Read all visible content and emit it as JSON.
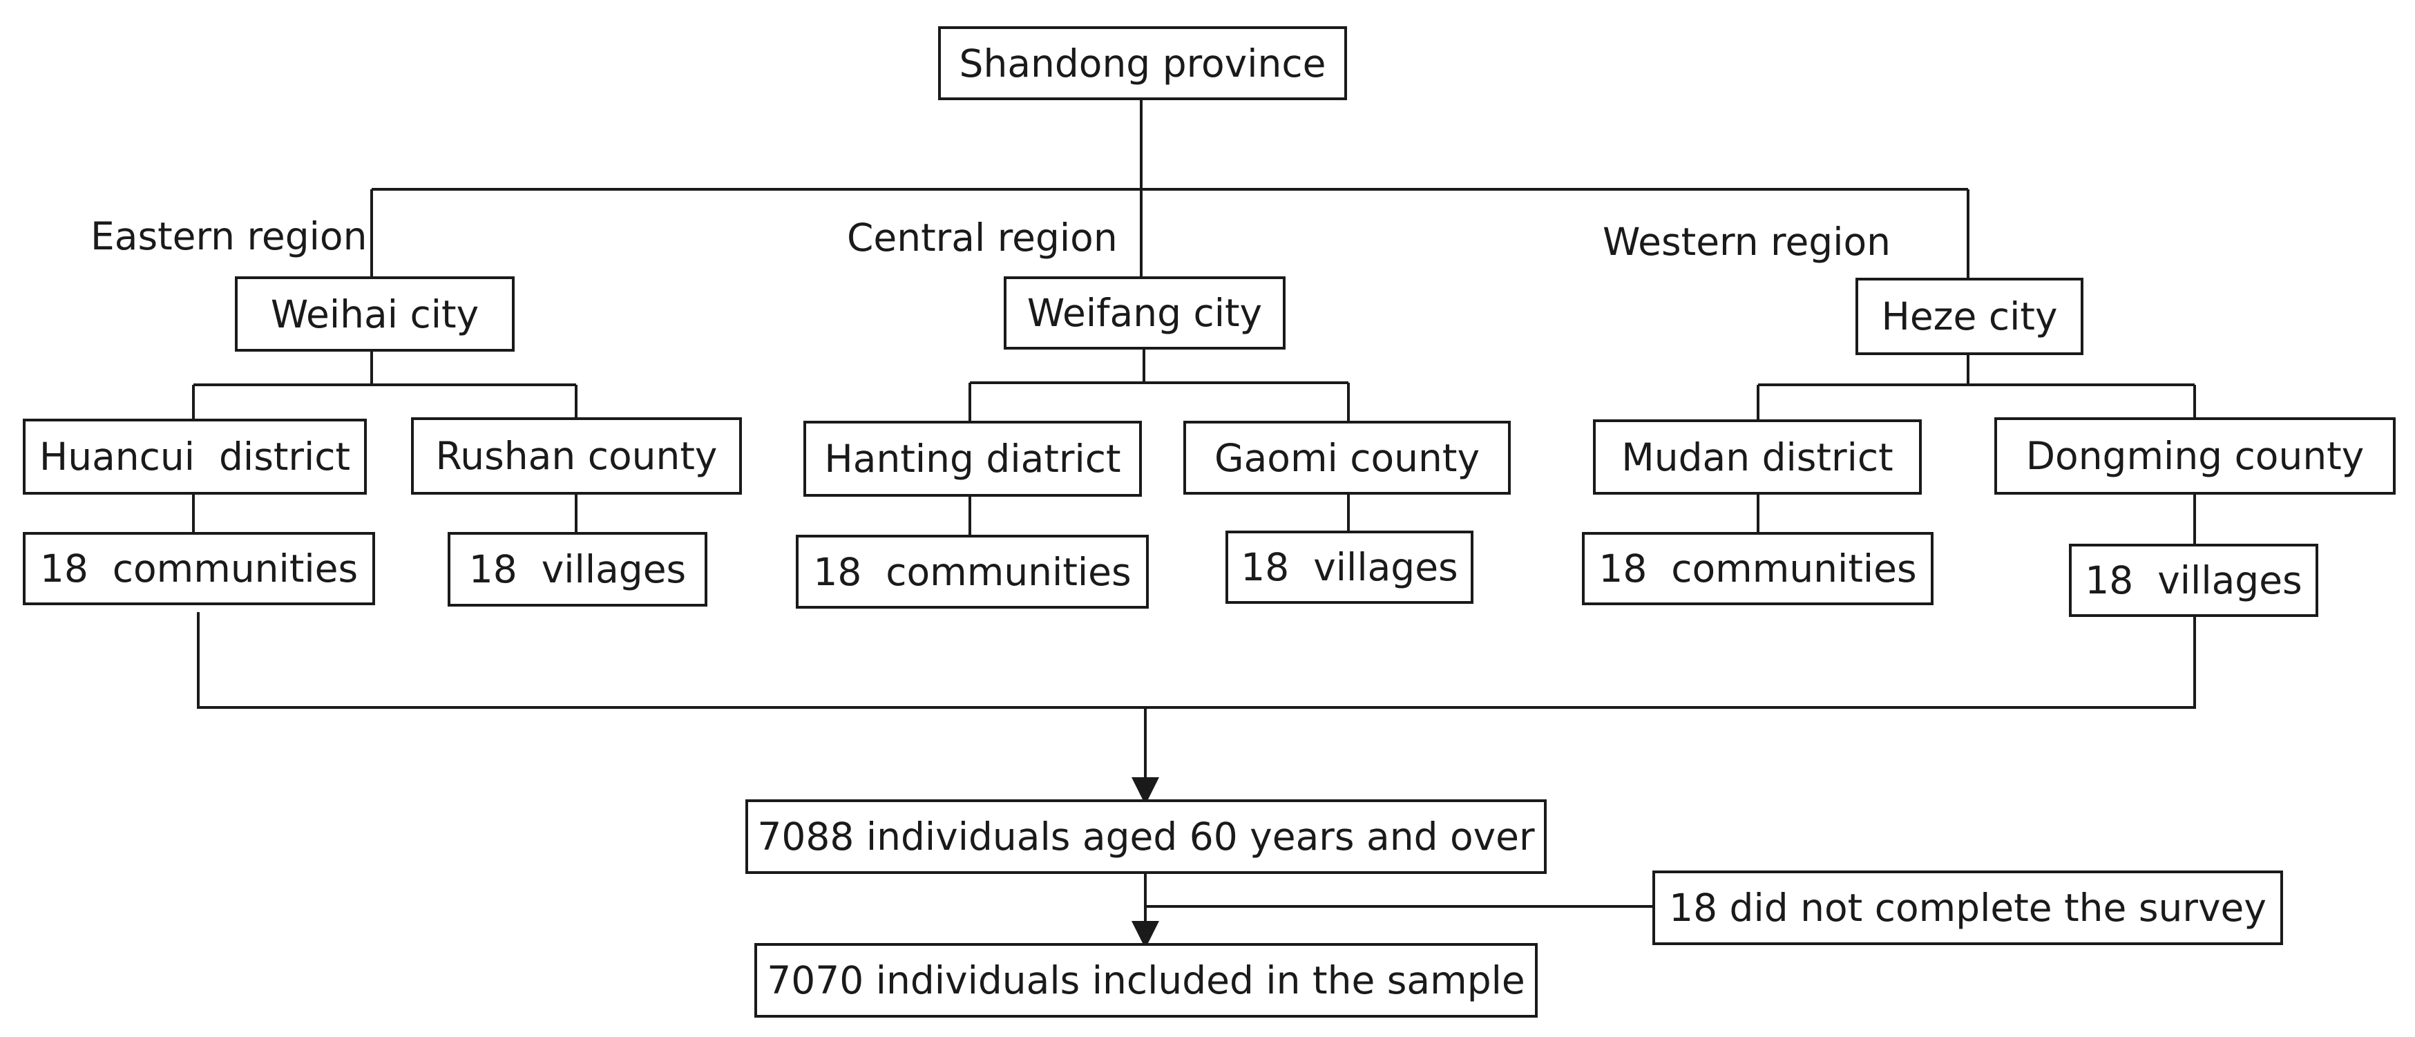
{
  "province": "Shandong province",
  "regions": {
    "eastern": "Eastern region",
    "central": "Central region",
    "western": "Western region"
  },
  "cities": {
    "weihai": "Weihai city",
    "weifang": "Weifang city",
    "heze": "Heze city"
  },
  "districts": {
    "huancui": "Huancui  district",
    "rushan": "Rushan county",
    "hanting": "Hanting diatrict",
    "gaomi": "Gaomi county",
    "mudan": "Mudan district",
    "dongming": "Dongming county"
  },
  "units": {
    "huancui": "18  communities",
    "rushan": "18  villages",
    "hanting": "18  communities",
    "gaomi": "18  villages",
    "mudan": "18  communities",
    "dongming": "18  villages"
  },
  "flow": {
    "total": "7088 individuals aged 60 years and over",
    "excluded": "18 did not complete the survey",
    "final": "7070 individuals included in the sample"
  },
  "colors": {
    "stroke": "#1a1a1a",
    "background": "#ffffff"
  }
}
